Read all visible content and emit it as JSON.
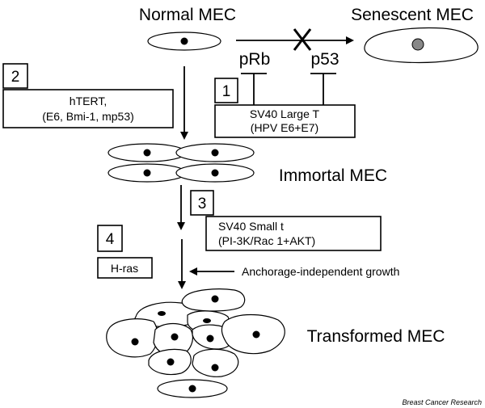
{
  "labels": {
    "normal": "Normal MEC",
    "senescent": "Senescent MEC",
    "immortal": "Immortal MEC",
    "transformed": "Transformed MEC",
    "prb": "pRb",
    "p53": "p53",
    "anchorage": "Anchorage-independent growth",
    "credit": "Breast Cancer Research"
  },
  "steps": {
    "step1": {
      "number": "1",
      "line1": "SV40 Large T",
      "line2": "(HPV E6+E7)"
    },
    "step2": {
      "number": "2",
      "line1": "hTERT,",
      "line2": "(E6, Bmi-1, mp53)"
    },
    "step3": {
      "number": "3",
      "line1": "SV40 Small t",
      "line2": "(PI-3K/Rac 1+AKT)"
    },
    "step4": {
      "number": "4",
      "line1": "H-ras"
    }
  },
  "colors": {
    "senescent_nucleus": "#888888"
  },
  "icons": {
    "blocked": "x-mark-icon"
  }
}
